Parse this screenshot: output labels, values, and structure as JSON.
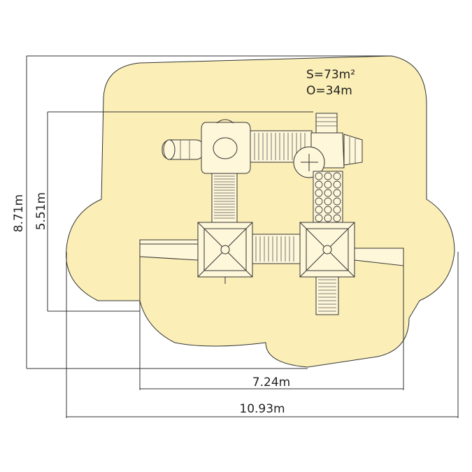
{
  "area_label": "S=73m²",
  "perimeter_label": "O=34m",
  "dimensions": {
    "total_height": "8.71m",
    "inner_height": "5.51m",
    "inner_width": "7.24m",
    "total_width": "10.93m"
  },
  "colors": {
    "safety_zone": "#fbefb7",
    "outline": "#333333",
    "equipment_fill": "#fff7da"
  }
}
